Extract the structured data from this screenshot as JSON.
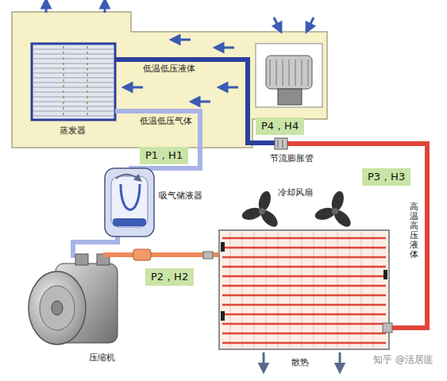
{
  "diagram": {
    "nodes": [
      {
        "text": [
          "P4，H4"
        ]
      },
      {
        "text": [
          "P1，H1"
        ]
      },
      {
        "text": [
          "P3，H3"
        ]
      },
      {
        "text": [
          "P2，H2"
        ]
      }
    ],
    "labels": [
      "低温低压液体",
      "低温低压气体",
      "蒸发器",
      "吸气储液器",
      "节流膨胀管",
      "冷却风扇",
      "高温高压液体",
      "压缩机",
      "散热",
      "知乎 @活居匪"
    ]
  }
}
